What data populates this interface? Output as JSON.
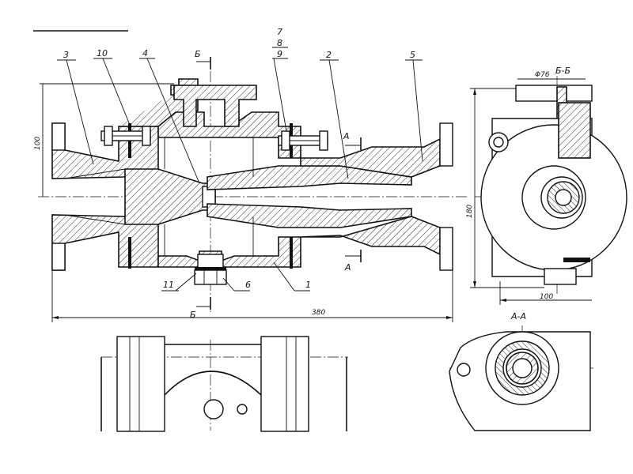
{
  "drawing": {
    "part_labels": {
      "p1": "1",
      "p2": "2",
      "p3": "3",
      "p4": "4",
      "p5": "5",
      "p6": "6",
      "p7": "7",
      "p8": "8",
      "p9": "9",
      "p10": "10",
      "p11": "11"
    },
    "section_marks": {
      "b_top": "Б",
      "b_bottom": "Б",
      "a_top": "А",
      "a_bottom": "А",
      "view_bb": "Б-Б",
      "view_aa": "А-А"
    },
    "dimensions": {
      "height_100": "100",
      "length_380": "380",
      "height_180": "180",
      "width_100": "100",
      "diameter_76": "Φ76"
    }
  }
}
